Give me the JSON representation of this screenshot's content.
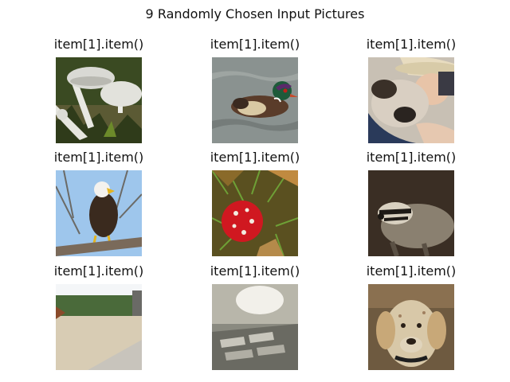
{
  "figure": {
    "title": "9 Randomly Chosen Input Pictures"
  },
  "panels": [
    {
      "title": "item[1].item()",
      "image": "mushrooms"
    },
    {
      "title": "item[1].item()",
      "image": "wood-duck"
    },
    {
      "title": "item[1].item()",
      "image": "person-with-ram"
    },
    {
      "title": "item[1].item()",
      "image": "bald-eagle"
    },
    {
      "title": "item[1].item()",
      "image": "fly-agaric-mushroom"
    },
    {
      "title": "item[1].item()",
      "image": "badger"
    },
    {
      "title": "item[1].item()",
      "image": "backyard-patio"
    },
    {
      "title": "item[1].item()",
      "image": "blurry-keyboard"
    },
    {
      "title": "item[1].item()",
      "image": "english-setter-dog"
    }
  ]
}
